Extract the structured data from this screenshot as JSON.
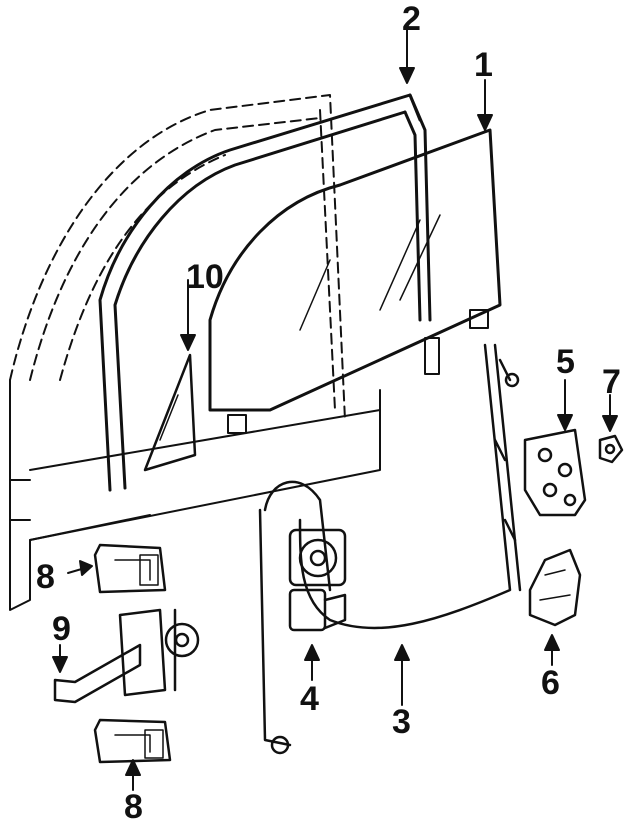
{
  "callouts": {
    "n1": "1",
    "n2": "2",
    "n3": "3",
    "n4": "4",
    "n5": "5",
    "n6": "6",
    "n7": "7",
    "n8_top": "8",
    "n8_bottom": "8",
    "n9": "9",
    "n10": "10"
  },
  "colors": {
    "ink": "#111111",
    "paper": "#ffffff"
  }
}
